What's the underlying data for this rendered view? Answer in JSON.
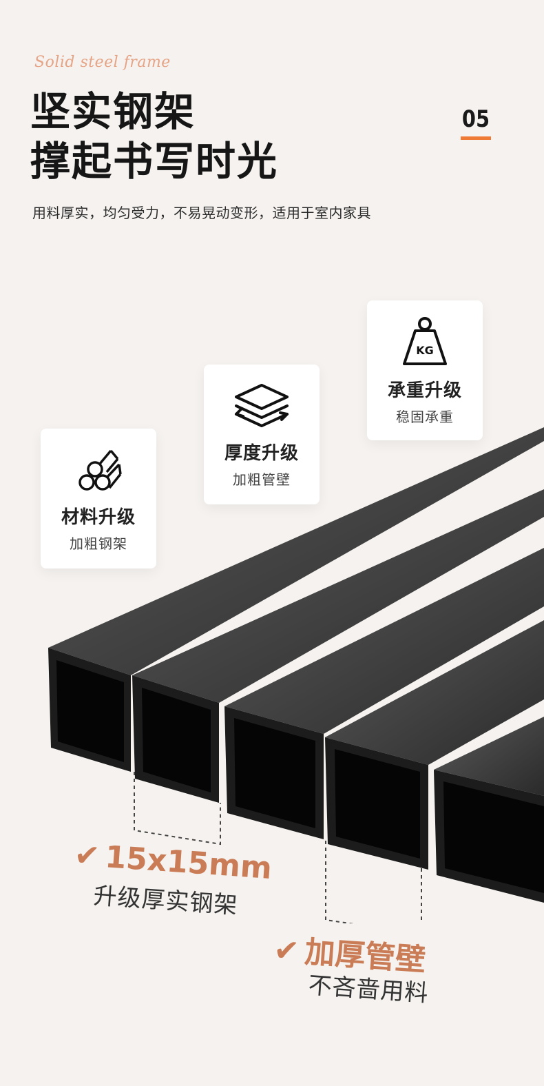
{
  "header": {
    "script_text": "Solid steel frame",
    "title_line1": "坚实钢架",
    "title_line2": "撑起书写时光",
    "page_number": "05",
    "subtitle": "用料厚实，均匀受力，不易晃动变形，适用于室内家具"
  },
  "features": [
    {
      "icon": "pipes-icon",
      "title": "材料升级",
      "subtitle": "加粗钢架"
    },
    {
      "icon": "layers-icon",
      "title": "厚度升级",
      "subtitle": "加粗管壁"
    },
    {
      "icon": "weight-kg-icon",
      "title": "承重升级",
      "subtitle": "稳固承重",
      "icon_text": "KG"
    }
  ],
  "callouts": [
    {
      "main": "15x15mm",
      "sub": "升级厚实钢架"
    },
    {
      "main": "加厚管壁",
      "sub": "不吝啬用料"
    }
  ],
  "colors": {
    "background": "#f5f2ef",
    "accent_orange": "#ef7a35",
    "callout": "#c97c55",
    "script": "#e6a486",
    "tube": "#1c1c1c"
  }
}
